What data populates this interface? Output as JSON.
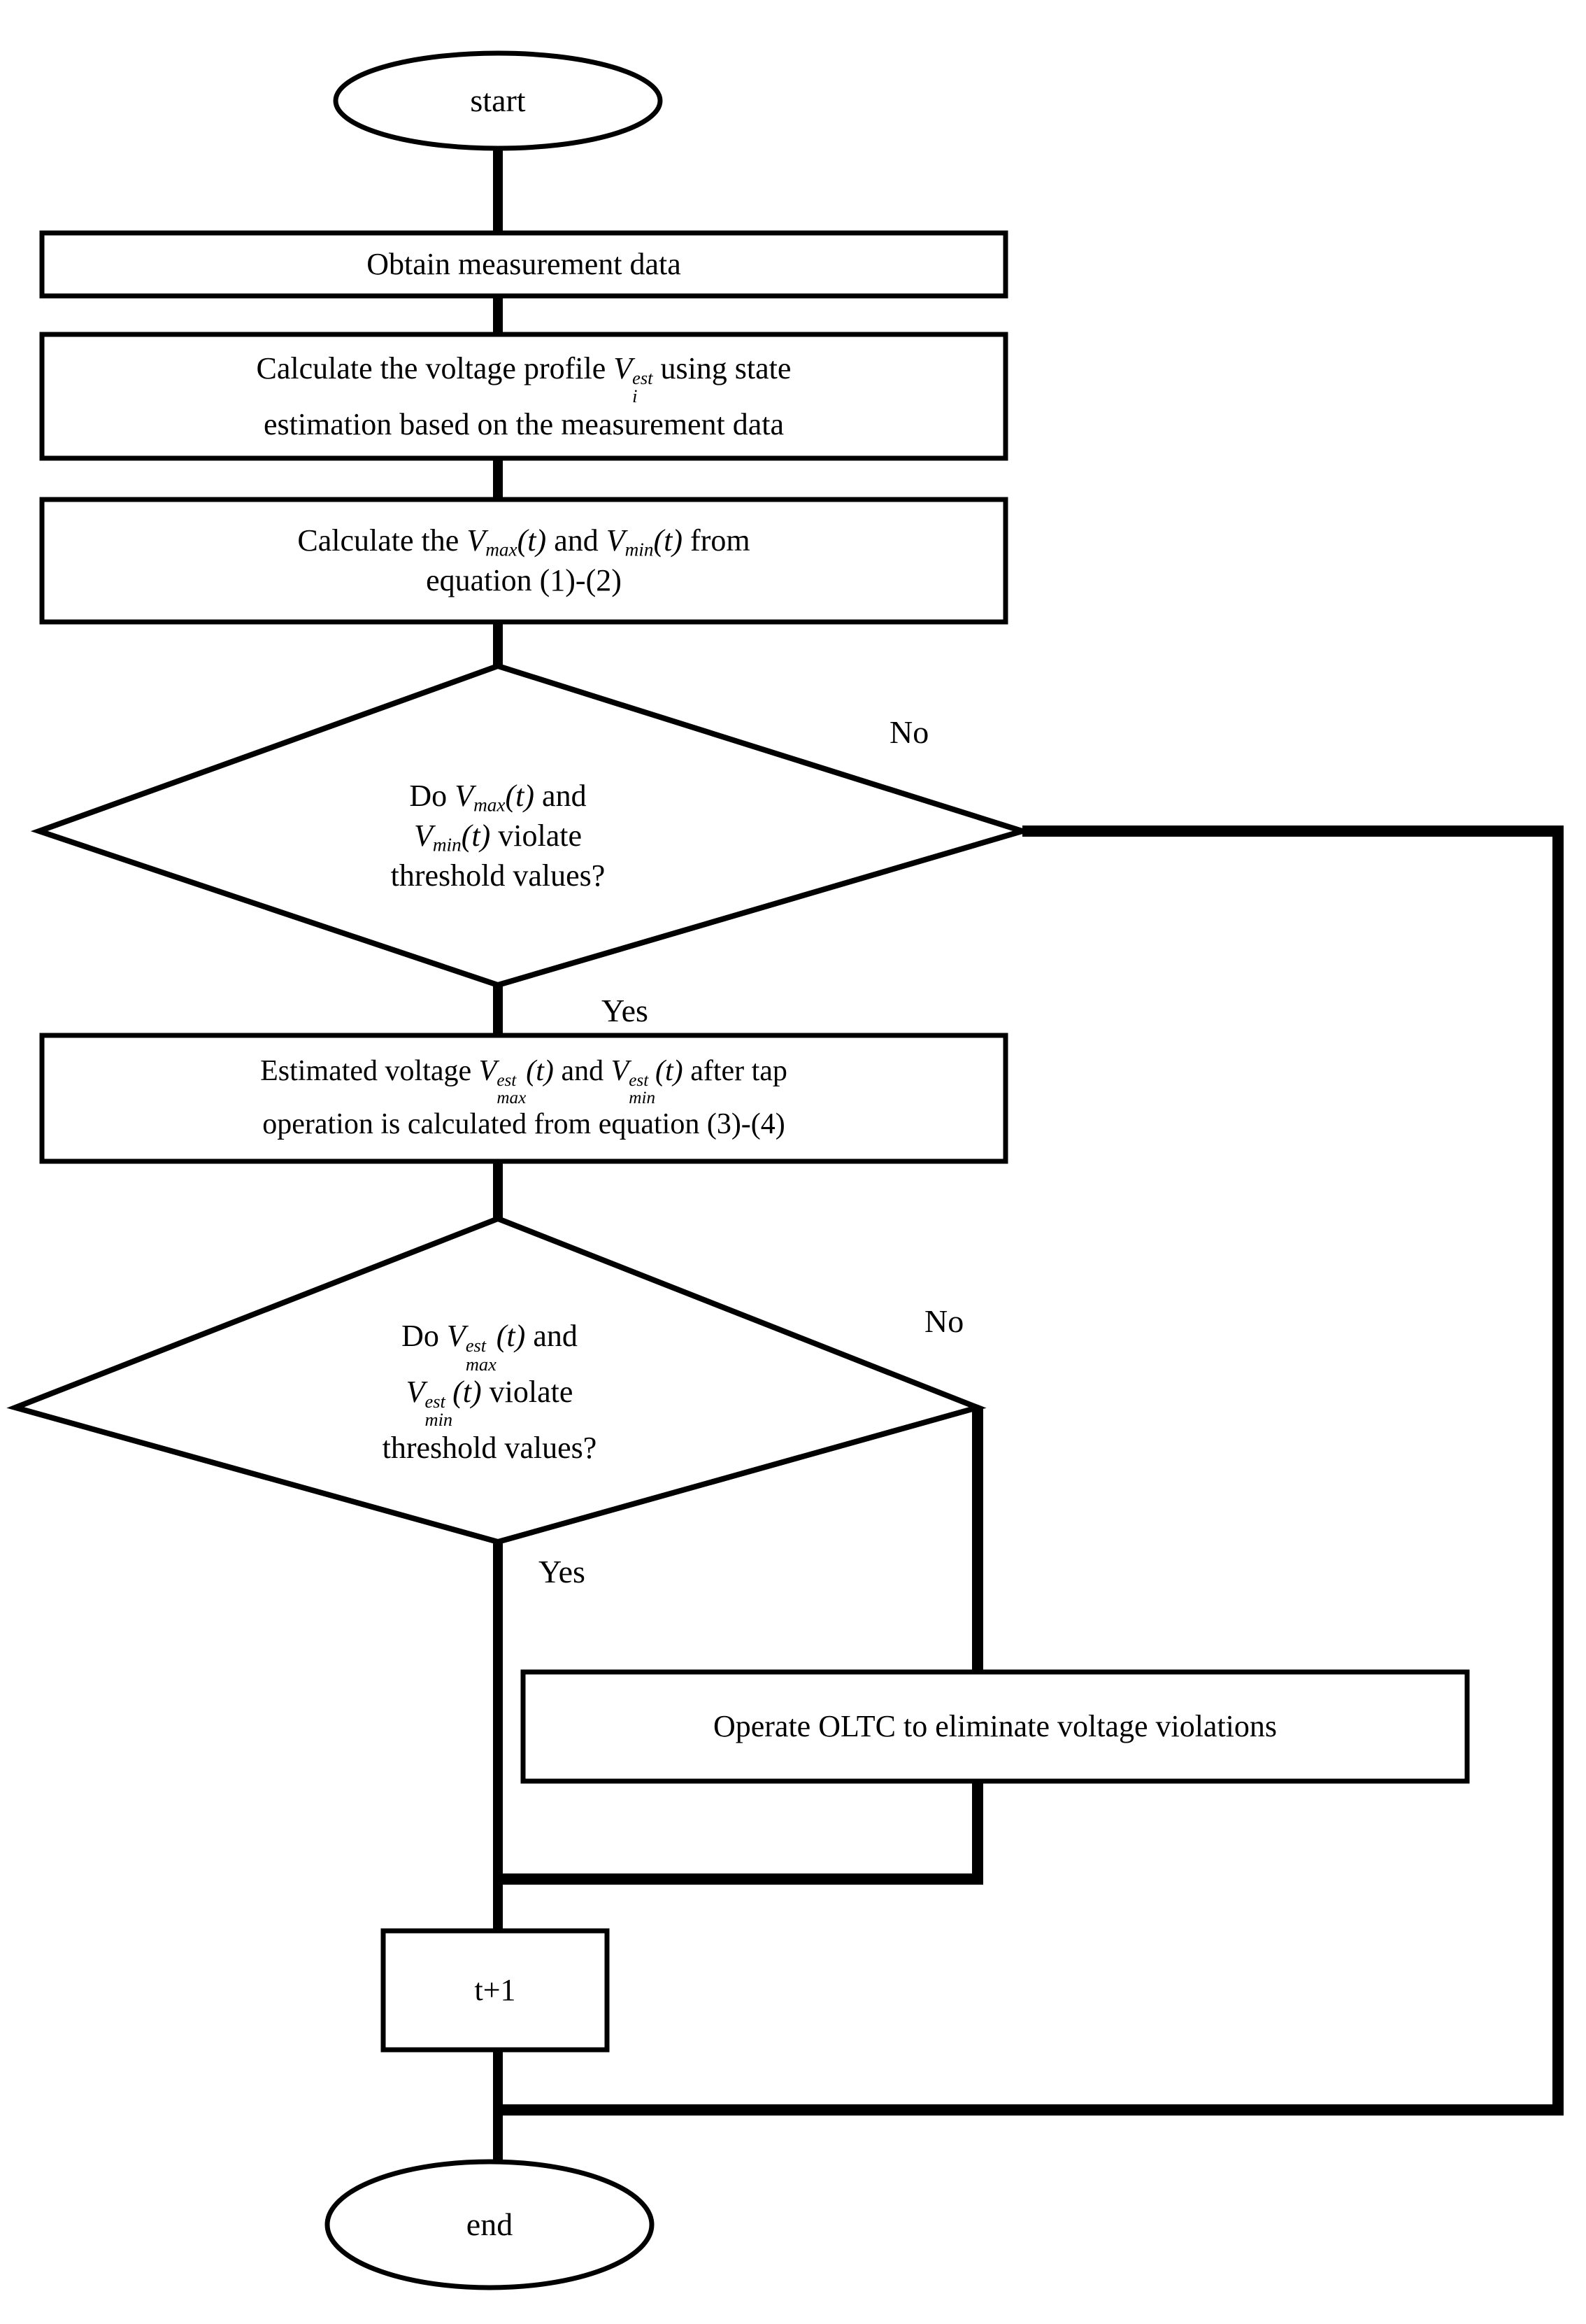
{
  "diagram": {
    "type": "flowchart",
    "title": "OLTC voltage control algorithm flowchart",
    "colors": {
      "stroke": "#000000",
      "fill": "#ffffff",
      "text": "#000000"
    },
    "nodes": {
      "start": {
        "shape": "ellipse",
        "label": "start"
      },
      "obtain_data": {
        "shape": "process",
        "label": "Obtain measurement data"
      },
      "calc_profile": {
        "shape": "process",
        "line1_a": "Calculate the voltage profile ",
        "line1_var": "V",
        "line1_sub": "i",
        "line1_sup": "est",
        "line1_b": " using state",
        "line2": "estimation based on the measurement data"
      },
      "calc_vmax_vmin": {
        "shape": "process",
        "line1_a": "Calculate the ",
        "line1_v1": "V",
        "line1_sub1": "max",
        "line1_t1": "(t)",
        "line1_mid": " and ",
        "line1_v2": "V",
        "line1_sub2": "min",
        "line1_t2": "(t)",
        "line1_b": " from",
        "line2": "equation (1)-(2)"
      },
      "decision1": {
        "shape": "decision",
        "line1_a": "Do ",
        "line1_v": "V",
        "line1_sub": "max",
        "line1_t": "(t)",
        "line1_b": " and",
        "line2_v": "V",
        "line2_sub": "min",
        "line2_t": "(t)",
        "line2_b": " violate",
        "line3": "threshold values?"
      },
      "estimated_voltage": {
        "shape": "process",
        "line1_a": "Estimated voltage ",
        "line1_v1": "V",
        "line1_sup1": "est",
        "line1_sub1": "max",
        "line1_t1": "(t)",
        "line1_mid": " and ",
        "line1_v2": "V",
        "line1_sup2": "est",
        "line1_sub2": "min",
        "line1_t2": "(t)",
        "line1_b": " after tap",
        "line2": "operation is calculated from equation (3)-(4)"
      },
      "decision2": {
        "shape": "decision",
        "line1_a": "Do ",
        "line1_v": "V",
        "line1_sup": "est",
        "line1_sub": "max",
        "line1_t": "(t)",
        "line1_b": " and",
        "line2_v": "V",
        "line2_sup": "est",
        "line2_sub": "min",
        "line2_t": "(t)",
        "line2_b": " violate",
        "line3": "threshold values?"
      },
      "operate_oltc": {
        "shape": "process",
        "label": "Operate OLTC to eliminate voltage violations"
      },
      "increment_t": {
        "shape": "process",
        "label": "t+1"
      },
      "end": {
        "shape": "ellipse",
        "label": "end"
      }
    },
    "edge_labels": {
      "decision1_no": "No",
      "decision1_yes": "Yes",
      "decision2_no": "No",
      "decision2_yes": "Yes"
    }
  }
}
